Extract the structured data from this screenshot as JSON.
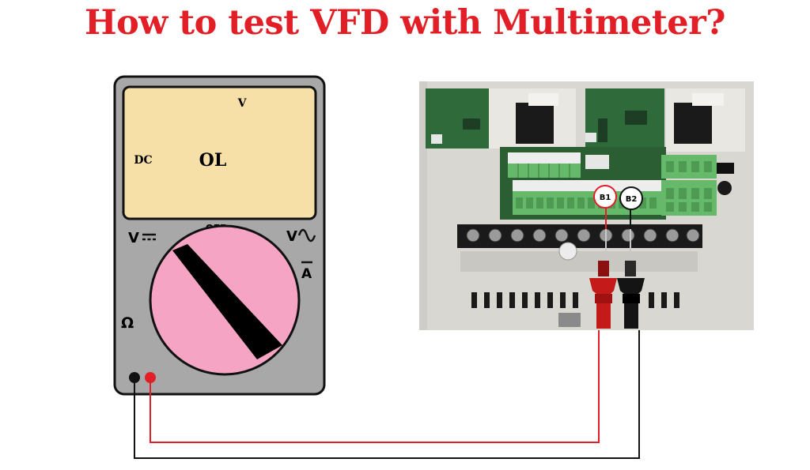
{
  "title": "How to test VFD with Multimeter?",
  "multimeter": {
    "display": {
      "unit": "V",
      "mode": "DC",
      "reading": "OL"
    },
    "dial": {
      "off_label": "OFF",
      "ohm_label": "Ω",
      "amp_label": "A"
    }
  },
  "vfd": {
    "terminal_b1": "B1",
    "terminal_b2": "B2"
  },
  "colors": {
    "title": "#e21f26",
    "meter_body": "#a8a8a8",
    "lcd": "#f6e0a8",
    "dial": "#f6a4c4",
    "red_lead": "#e21f26",
    "black_lead": "#111111",
    "pcb": "#2f6b3a",
    "terminal_green": "#66b86a"
  }
}
